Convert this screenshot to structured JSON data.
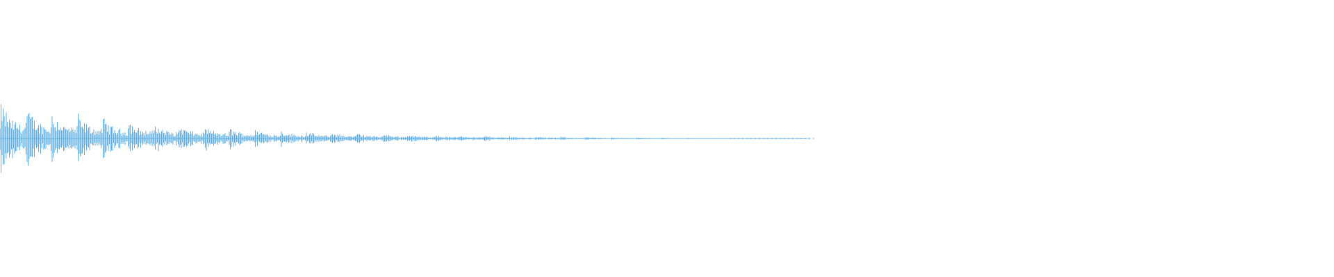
{
  "waveform": {
    "color": "#5dade2",
    "background": "#ffffff",
    "decay": "exponential",
    "pulse_count": 32,
    "audible_fraction_of_width": 0.61,
    "peak_amplitude": 0.54
  }
}
